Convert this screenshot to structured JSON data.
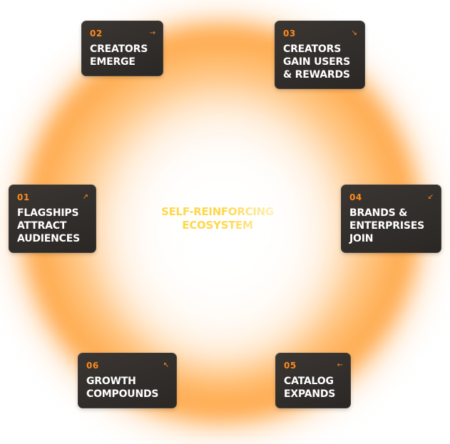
{
  "center": {
    "line1": "SELF-REINFORCING",
    "line2": "ECOSYSTEM"
  },
  "colors": {
    "accent": "#ff8a1e",
    "card_bg": "#2f2b28",
    "center_text": "#ffd338",
    "orb": "#ff9a2e"
  },
  "steps": [
    {
      "number": "01",
      "arrow_icon": "arrow-up-right-icon",
      "arrow": "↗",
      "lines": [
        "FLAGSHIPS",
        "ATTRACT",
        "AUDIENCES"
      ]
    },
    {
      "number": "02",
      "arrow_icon": "arrow-right-icon",
      "arrow": "→",
      "lines": [
        "CREATORS",
        "EMERGE"
      ]
    },
    {
      "number": "03",
      "arrow_icon": "arrow-down-right-icon",
      "arrow": "↘",
      "lines": [
        "CREATORS",
        "GAIN USERS",
        "& REWARDS"
      ]
    },
    {
      "number": "04",
      "arrow_icon": "arrow-down-left-icon",
      "arrow": "↙",
      "lines": [
        "BRANDS &",
        "ENTERPRISES",
        "JOIN"
      ]
    },
    {
      "number": "05",
      "arrow_icon": "arrow-left-icon",
      "arrow": "←",
      "lines": [
        "CATALOG",
        "EXPANDS"
      ]
    },
    {
      "number": "06",
      "arrow_icon": "arrow-up-left-icon",
      "arrow": "↖",
      "lines": [
        "GROWTH",
        "COMPOUNDS"
      ]
    }
  ]
}
